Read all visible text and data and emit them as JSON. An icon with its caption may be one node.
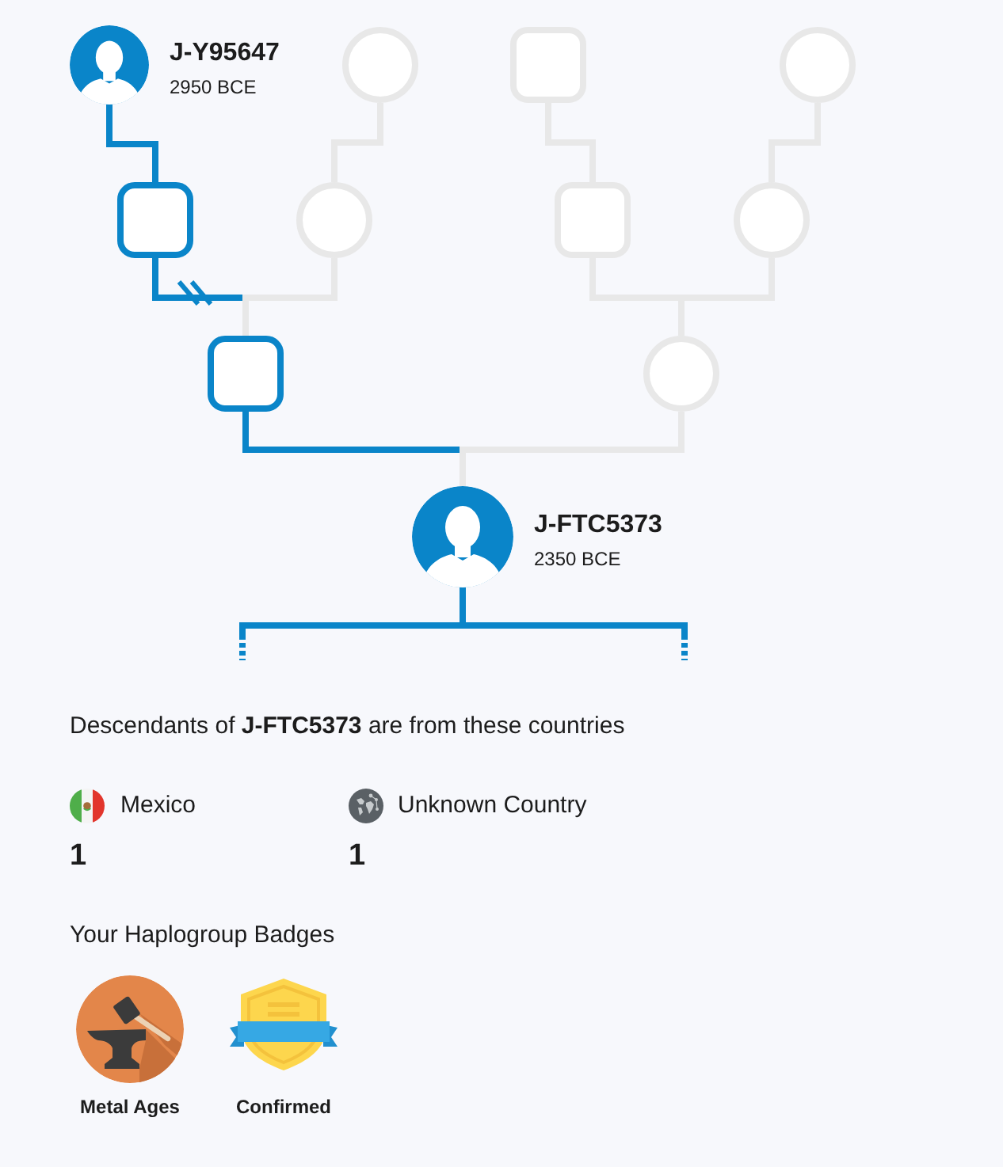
{
  "diagram": {
    "nodes": [
      {
        "text": [
          "J-Y95647",
          "2950 BCE"
        ]
      },
      {
        "text": [],
        "shape": "circle"
      },
      {
        "text": [],
        "shape": "box"
      },
      {
        "text": [],
        "shape": "circle"
      },
      {
        "text": [],
        "shape": "box"
      },
      {
        "text": [],
        "shape": "circle"
      },
      {
        "text": [],
        "shape": "box"
      },
      {
        "text": [],
        "shape": "circle"
      },
      {
        "text": [],
        "shape": "box"
      },
      {
        "text": [],
        "shape": "circle"
      },
      {
        "text": [
          "J-FTC5373",
          "2350 BCE"
        ]
      }
    ],
    "edges": [
      {
        "from": 0,
        "to": 4,
        "arrow": "none",
        "color": "#0a85c9"
      },
      {
        "from": 4,
        "to": 8,
        "arrow": "none",
        "color": "#0a85c9"
      },
      {
        "from": 1,
        "to": 5,
        "arrow": "none"
      },
      {
        "from": 5,
        "to": 8,
        "arrow": "none"
      },
      {
        "from": 2,
        "to": 6,
        "arrow": "none"
      },
      {
        "from": 3,
        "to": 7,
        "arrow": "none"
      },
      {
        "from": 6,
        "to": 9,
        "arrow": "none"
      },
      {
        "from": 7,
        "to": 9,
        "arrow": "none"
      },
      {
        "from": 8,
        "to": 10,
        "arrow": "none",
        "color": "#0a85c9"
      },
      {
        "from": 9,
        "to": 10,
        "arrow": "none"
      },
      {
        "from": 10,
        "to": null,
        "arrow": "none",
        "color": "#0a85c9"
      },
      {
        "from": 10,
        "to": null,
        "arrow": "none",
        "color": "#0a85c9"
      }
    ],
    "labels": [
      "Descendants of **J-FTC5373** are from these countries",
      "Mexico",
      "Unknown Country",
      "1",
      "1",
      "Your Haplogroup Badges",
      "Metal Ages",
      "Confirmed"
    ]
  }
}
